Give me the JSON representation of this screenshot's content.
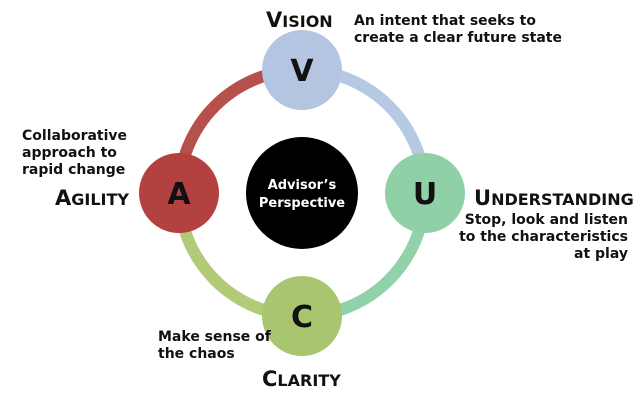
{
  "center": {
    "line1": "Advisor’s",
    "line2": "Perspective",
    "color": "#000000"
  },
  "nodes": {
    "vision": {
      "letter": "V",
      "title_initial": "V",
      "title_rest": "ISION",
      "color": "#b3c5e0",
      "ring_color": "#b7c9e2",
      "lines": [
        "An intent that seeks to",
        "create a clear future state"
      ]
    },
    "understanding": {
      "letter": "U",
      "title_initial": "U",
      "title_rest": "NDERSTANDING",
      "color": "#8fd0a6",
      "ring_color": "#92d2ab",
      "lines": [
        "Stop, look and listen",
        "to the characteristics",
        "at play"
      ]
    },
    "clarity": {
      "letter": "C",
      "title_initial": "C",
      "title_rest": "LARITY",
      "color": "#a9c570",
      "ring_color": "#b1cc79",
      "lines": [
        "Make sense of",
        "the chaos"
      ]
    },
    "agility": {
      "letter": "A",
      "title_initial": "A",
      "title_rest": "GILITY",
      "color": "#b3413f",
      "ring_color": "#b5504c",
      "lines": [
        "Collaborative",
        "approach  to",
        "rapid change"
      ]
    }
  }
}
